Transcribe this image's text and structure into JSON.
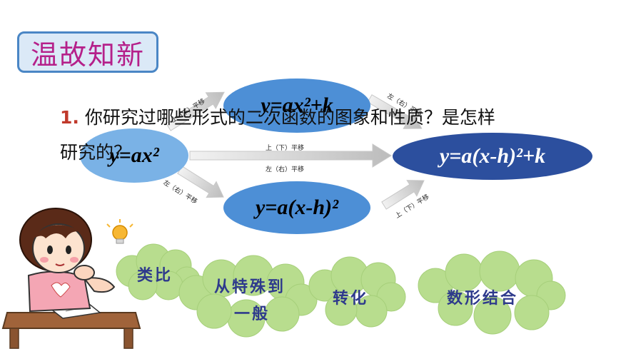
{
  "title": "温故知新",
  "question": {
    "number": "1.",
    "line1": "你研究过哪些形式的二次函数的图象和性质？是怎样",
    "line2": "研究的？"
  },
  "formulas": {
    "top": "y=ax²+k",
    "left": "y=ax²",
    "bottom": "y=a(x-h)²",
    "right": "y=a(x-h)²+k"
  },
  "arrows": {
    "left_to_top": "上（下）平移",
    "top_to_right": "左（右）平移",
    "left_to_right_upper": "上（下）平移",
    "left_to_right_lower": "左（右）平移",
    "left_to_bottom": "左（右）平移",
    "bottom_to_right": "上（下）平移"
  },
  "methods": [
    "类比",
    "从特殊到一般",
    "转化",
    "数形结合"
  ],
  "methods_display": {
    "analogy": "类比",
    "special_line1": "从特殊到",
    "special_line2": "一般",
    "transform": "转化",
    "combine": "数形结合"
  },
  "colors": {
    "title_text": "#b5208a",
    "title_border": "#4a86c5",
    "ellipse_blue": "#4d8fd6",
    "ellipse_dark": "#2c4f9e",
    "cloud_green": "#b8dd8e",
    "method_text": "#2e3a8c"
  }
}
